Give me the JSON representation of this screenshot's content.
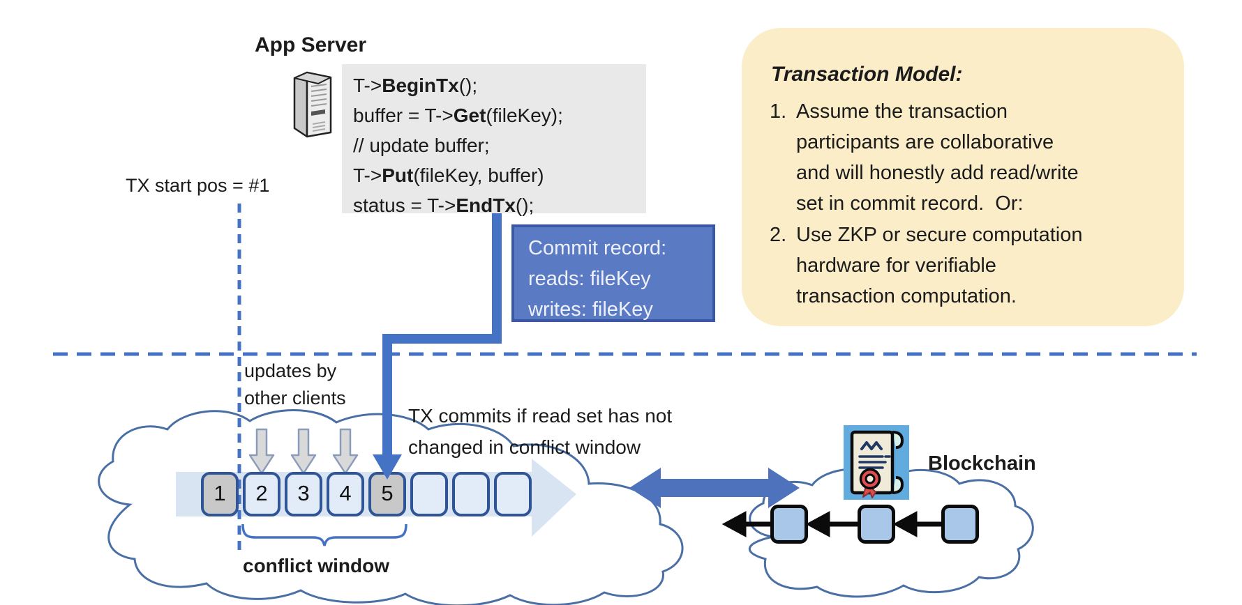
{
  "app_server": {
    "title": "App Server"
  },
  "code_block": {
    "lines": [
      {
        "pre": "T->",
        "bold": "BeginTx",
        "post": "();"
      },
      {
        "pre": "buffer = T->",
        "bold": "Get",
        "post": "(fileKey);"
      },
      {
        "pre": "// update buffer;",
        "bold": "",
        "post": ""
      },
      {
        "pre": "T->",
        "bold": "Put",
        "post": "(fileKey, buffer)"
      },
      {
        "pre": "status = T->",
        "bold": "EndTx",
        "post": "();"
      }
    ]
  },
  "tx_start_label": "TX start pos = #1",
  "commit_record": {
    "lines": [
      "Commit record:",
      "reads: fileKey",
      "writes: fileKey"
    ]
  },
  "transaction_model": {
    "title": "Transaction Model:",
    "items": [
      {
        "number": "1.",
        "lines": [
          "Assume the transaction",
          "participants are collaborative",
          "and will honestly add read/write",
          "set in commit record.  Or:"
        ]
      },
      {
        "number": "2.",
        "lines": [
          "Use ZKP or secure computation",
          "hardware for verifiable",
          "transaction computation."
        ]
      }
    ]
  },
  "updates_label": {
    "line1": "updates by",
    "line2": "other clients"
  },
  "tx_commits_label": {
    "line1": "TX commits if read set has not",
    "line2": "changed in conflict window"
  },
  "timeline": {
    "blocks": [
      {
        "label": "1",
        "filled": "gray"
      },
      {
        "label": "2",
        "filled": "light"
      },
      {
        "label": "3",
        "filled": "light"
      },
      {
        "label": "4",
        "filled": "light"
      },
      {
        "label": "5",
        "filled": "gray"
      },
      {
        "label": "",
        "filled": "light"
      },
      {
        "label": "",
        "filled": "light"
      },
      {
        "label": "",
        "filled": "light"
      }
    ],
    "conflict_window_label": "conflict window"
  },
  "blockchain": {
    "label": "Blockchain",
    "chain_block_count": 3
  },
  "icons": [
    "server-icon",
    "certificate-icon",
    "down-arrow-icon",
    "commit-arrow-icon",
    "double-arrow-icon",
    "chain-link-arrow-icon",
    "cloud-shape",
    "timeline-arrow-shape"
  ],
  "colors": {
    "accent_blue": "#4472c4",
    "commit_box_fill": "#5b7ac4",
    "commit_box_border": "#3a58a6",
    "commit_box_text": "#eef1fb",
    "callout_yellow": "#faedc8",
    "code_bg": "#e9e9e9",
    "block_border": "#2f5597",
    "block_light_fill": "#e2ecf8",
    "block_gray_fill": "#c8c8c8",
    "timeline_band": "#d9e4f3",
    "cloud_stroke": "#4a6fa5",
    "chain_block_fill": "#a9c7e9",
    "cert_bg": "#62abdf",
    "cert_red": "#e04f4f",
    "gray_arrow_fill": "#d9d9d9",
    "text": "#1b1b1b"
  }
}
